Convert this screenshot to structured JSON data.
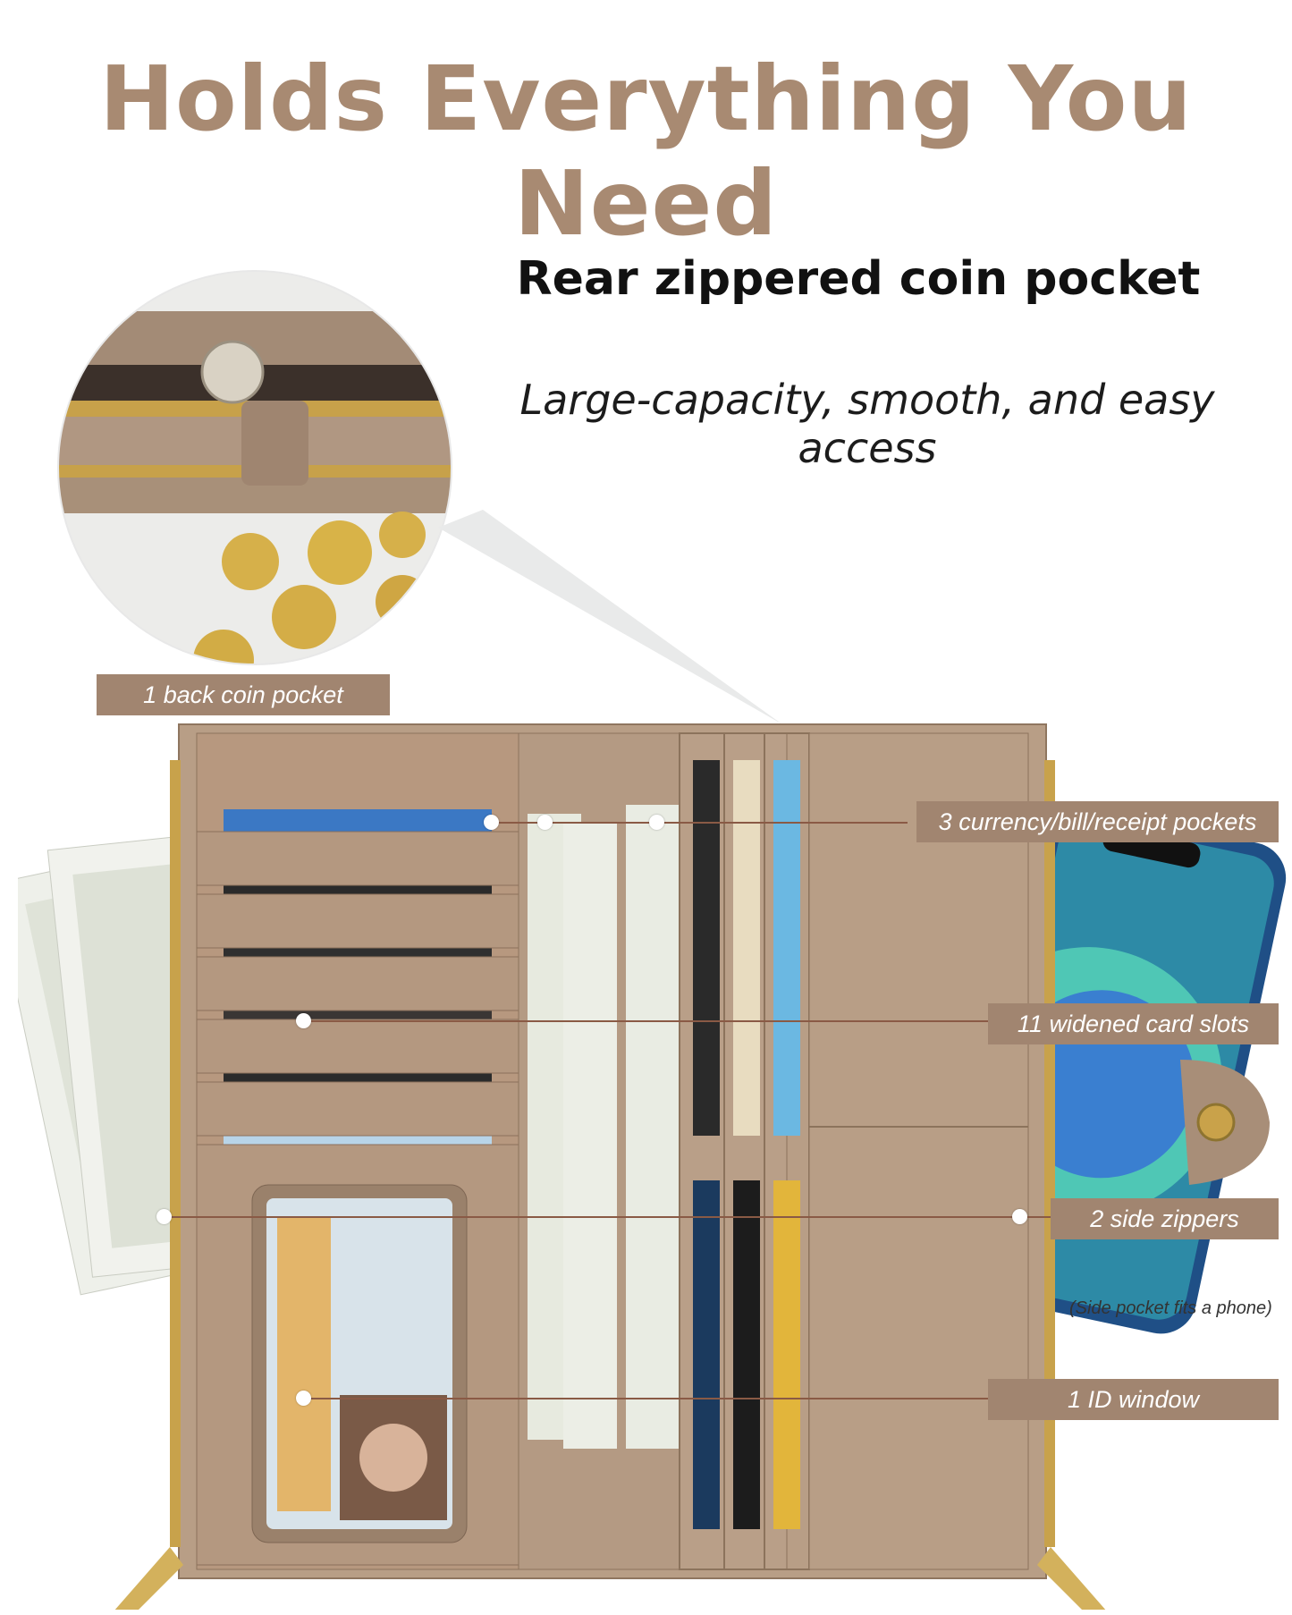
{
  "headline": "Holds Everything You Need",
  "feature": {
    "title": "Rear zippered coin pocket",
    "subtitle": "Large-capacity, smooth, and easy access"
  },
  "callouts": {
    "back_coin_pocket": "1 back coin pocket",
    "currency_pockets": "3 currency/bill/receipt pockets",
    "card_slots": "11 widened card slots",
    "side_zippers": "2 side zippers",
    "side_pocket_note": "(Side pocket fits a phone)",
    "id_window": "1 ID window"
  },
  "colors": {
    "headline": "#a88a72",
    "tag_background": "#a18570",
    "leather": "#b59a82",
    "leader_line": "#8a5a45"
  }
}
